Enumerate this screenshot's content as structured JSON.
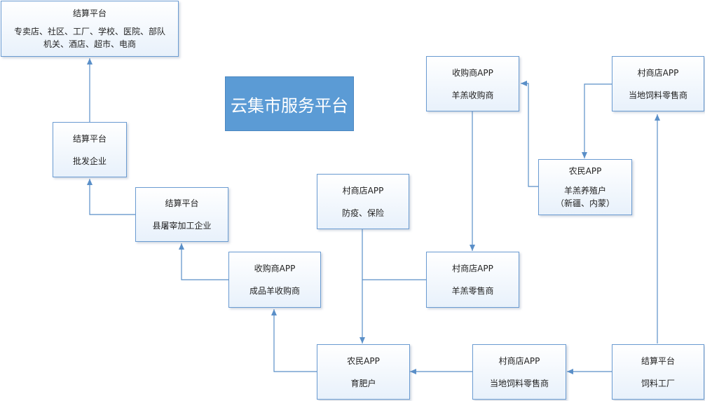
{
  "title": "云集市服务平台",
  "nodes": {
    "top_settlement": {
      "line1": "结算平台",
      "line2": "专卖店、社区、工厂、学校、医院、部队\n机关、酒店、超市、电商"
    },
    "wholesale": {
      "line1": "结算平台",
      "line2": "批发企业"
    },
    "slaughter": {
      "line1": "结算平台",
      "line2": "县屠宰加工企业"
    },
    "finished_buyer": {
      "line1": "收购商APP",
      "line2": "成品羊收购商"
    },
    "epidemic": {
      "line1": "村商店APP",
      "line2": "防疫、保险"
    },
    "fattening": {
      "line1": "农民APP",
      "line2": "育肥户"
    },
    "lamb_buyer": {
      "line1": "收购商APP",
      "line2": "羊羔收购商"
    },
    "lamb_retailer": {
      "line1": "村商店APP",
      "line2": "羊羔零售商"
    },
    "breeder": {
      "line1": "农民APP",
      "line2": "羊羔养殖户\n（新疆、内蒙）"
    },
    "feed_retailer_top": {
      "line1": "村商店APP",
      "line2": "当地饲料零售商"
    },
    "feed_retailer_bot": {
      "line1": "村商店APP",
      "line2": "当地饲料零售商"
    },
    "feed_factory": {
      "line1": "结算平台",
      "line2": "饲料工厂"
    }
  }
}
